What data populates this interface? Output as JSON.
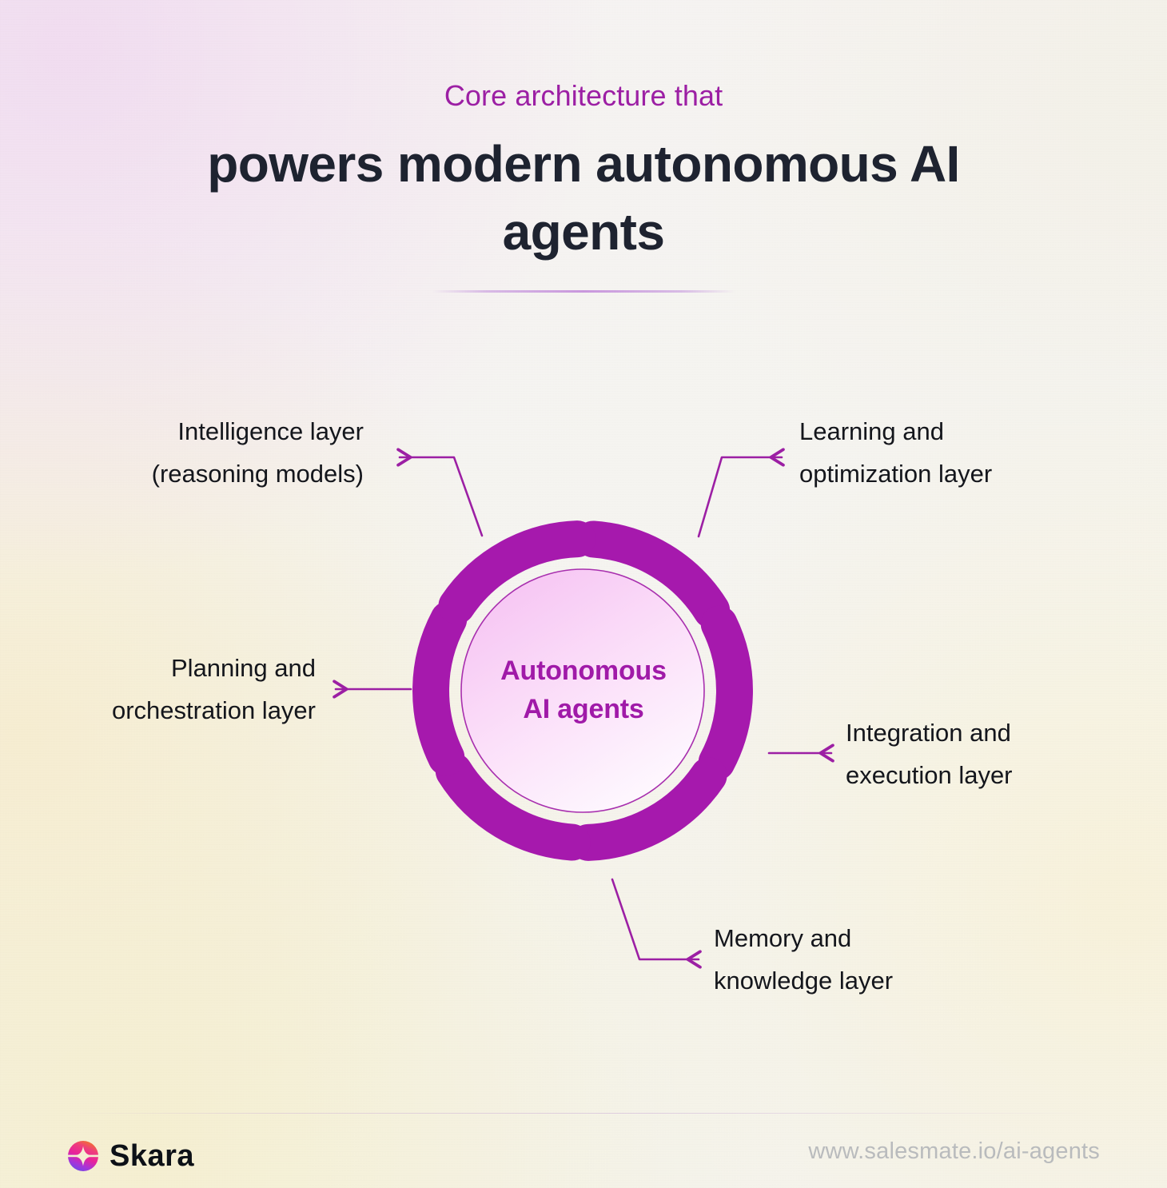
{
  "header": {
    "eyebrow": "Core architecture that",
    "title": "powers modern autonomous AI agents"
  },
  "diagram": {
    "core_label_line1": "Autonomous",
    "core_label_line2": "AI agents",
    "accent_color": "#a619ad",
    "connector_color": "#9c1fa4",
    "segment_count": 6,
    "labels": [
      {
        "id": "intelligence",
        "line1": "Intelligence layer",
        "line2": "(reasoning models)",
        "position": "top-left"
      },
      {
        "id": "learning",
        "line1": "Learning and",
        "line2": "optimization layer",
        "position": "top-right"
      },
      {
        "id": "planning",
        "line1": "Planning and",
        "line2": "orchestration layer",
        "position": "left"
      },
      {
        "id": "integration",
        "line1": "Integration and",
        "line2": "execution layer",
        "position": "right"
      },
      {
        "id": "memory",
        "line1": "Memory and",
        "line2": "knowledge layer",
        "position": "bottom-right"
      }
    ]
  },
  "footer": {
    "brand_name": "Skara",
    "brand_icon": "skara-logo-icon",
    "url": "www.salesmate.io/ai-agents"
  }
}
